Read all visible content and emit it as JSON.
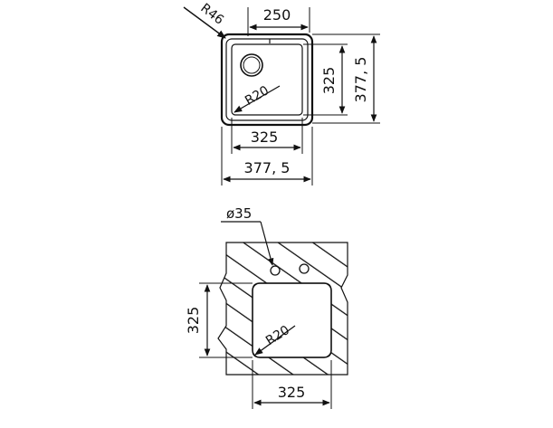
{
  "top_view": {
    "label_corner_radius": "R46",
    "label_top_width": "250",
    "label_inner_radius": "R20",
    "label_inner_height": "325",
    "label_outer_height": "377, 5",
    "label_inner_width": "325",
    "label_outer_width": "377, 5"
  },
  "cutout_view": {
    "label_hole_diameter": "ø35",
    "label_cut_height": "325",
    "label_inner_radius": "R20",
    "label_cut_width": "325"
  },
  "colors": {
    "line": "#111111",
    "background": "#ffffff"
  }
}
